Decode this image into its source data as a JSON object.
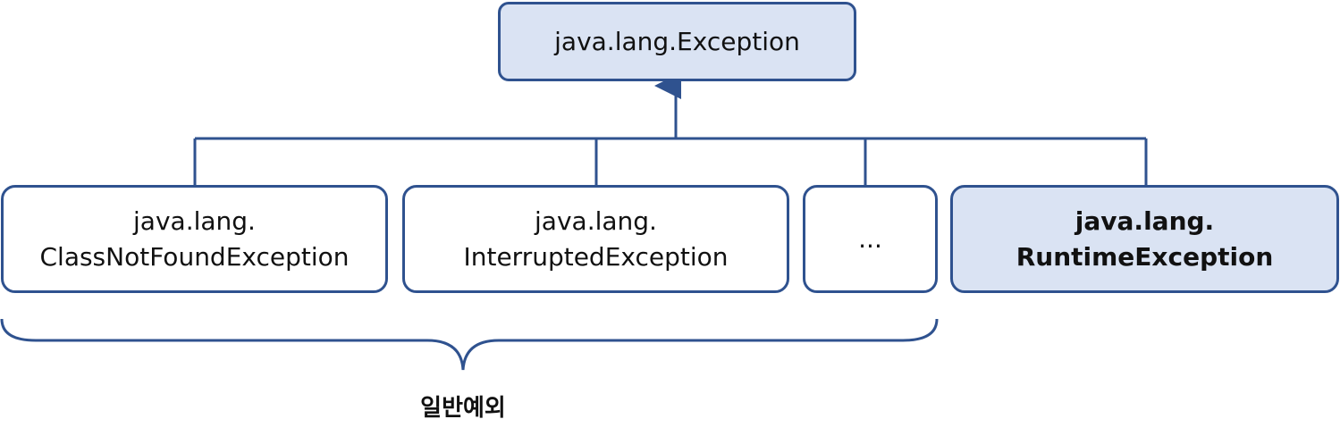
{
  "root": {
    "label": "java.lang.Exception"
  },
  "children": [
    {
      "line1": "java.lang.",
      "line2": "ClassNotFoundException"
    },
    {
      "line1": "java.lang.",
      "line2": "InterruptedException"
    },
    {
      "line1": "...",
      "line2": ""
    },
    {
      "line1": "java.lang.",
      "line2": "RuntimeException"
    }
  ],
  "group_label": "일반예외",
  "colors": {
    "stroke": "#2f528f",
    "highlight_fill": "#dae3f3",
    "node_fill": "#ffffff"
  }
}
